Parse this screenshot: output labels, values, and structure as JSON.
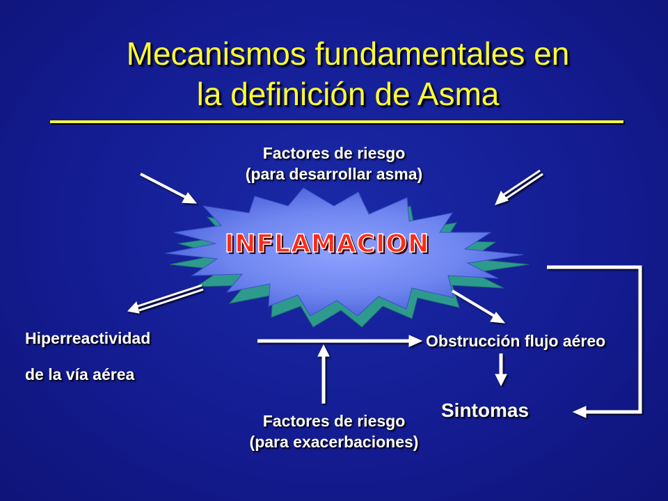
{
  "title": {
    "line1": "Mecanismos fundamentales en",
    "line2": "la definición de Asma"
  },
  "center": {
    "label": "INFLAMACION"
  },
  "risk_factors_top": {
    "line1": "Factores de riesgo",
    "line2": "(para desarrollar  asma)"
  },
  "hyperreactivity": {
    "line1": "Hiperreactividad",
    "line2": "de la vía aérea"
  },
  "obstruction": {
    "label": "Obstrucción flujo aéreo"
  },
  "symptoms": {
    "label": "Sintomas"
  },
  "risk_factors_bottom": {
    "line1": "Factores de riesgo",
    "line2": "(para exacerbaciones)"
  },
  "colors": {
    "background": "#141c92",
    "title": "#ffff33",
    "text": "#ffffff",
    "burst_top": "#6f86f0",
    "burst_side": "#2e9a8e",
    "label_red": "#ff2a1a"
  }
}
